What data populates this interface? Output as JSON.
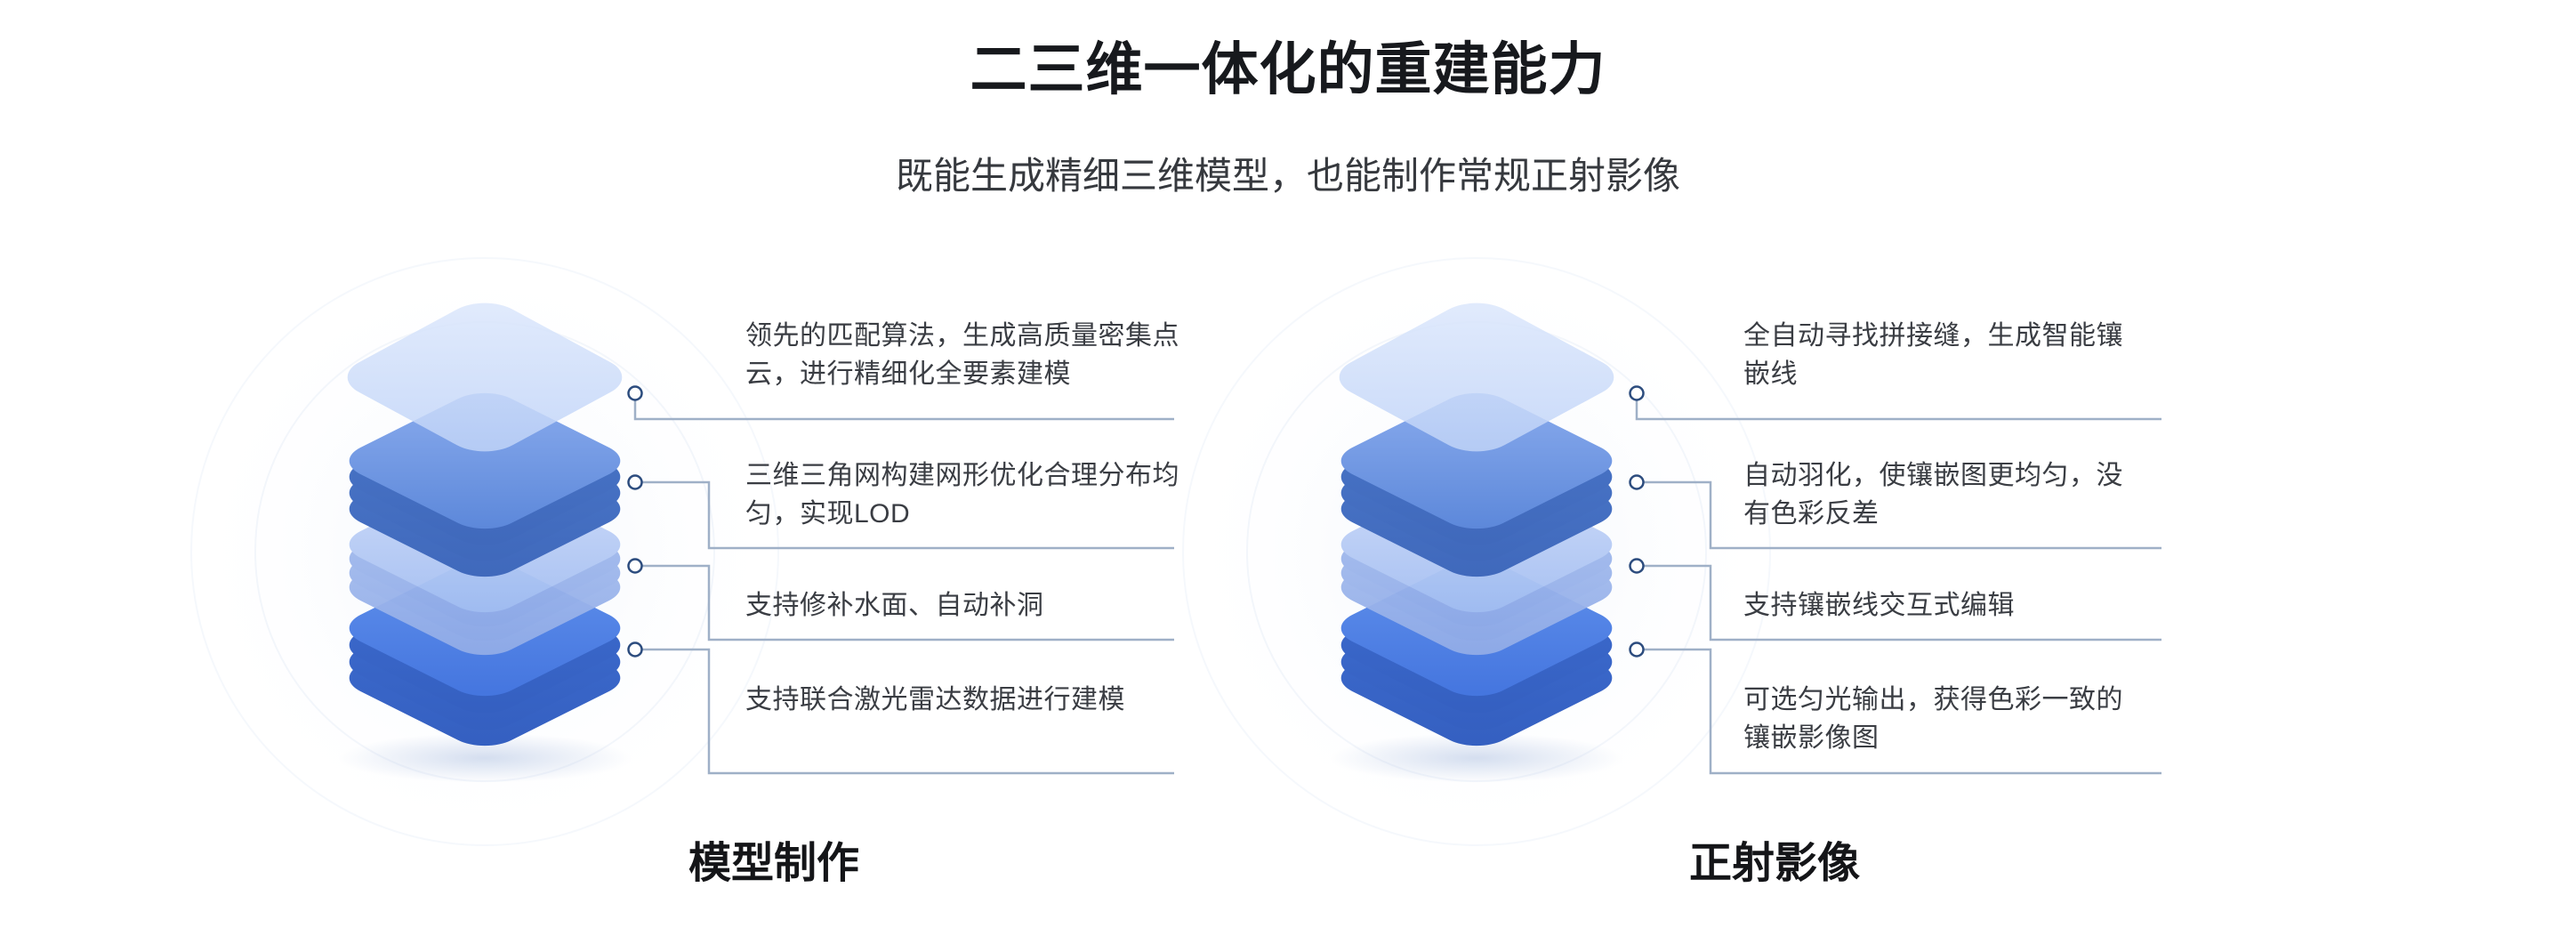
{
  "page": {
    "title": "二三维一体化的重建能力",
    "subtitle": "既能生成精细三维模型，也能制作常规正射影像"
  },
  "modules": [
    {
      "name": "模型制作",
      "callouts": [
        {
          "lines": [
            "领先的匹配算法，生成高质量密集点",
            "云，进行精细化全要素建模"
          ]
        },
        {
          "lines": [
            "三维三角网构建网形优化合理分布均",
            "匀，实现LOD"
          ]
        },
        {
          "lines": [
            "支持修补水面、自动补洞"
          ]
        },
        {
          "lines": [
            "支持联合激光雷达数据进行建模"
          ]
        }
      ]
    },
    {
      "name": "正射影像",
      "callouts": [
        {
          "lines": [
            "全自动寻找拼接缝，生成智能镶",
            "嵌线"
          ]
        },
        {
          "lines": [
            "自动羽化，使镶嵌图更均匀，没",
            "有色彩反差"
          ]
        },
        {
          "lines": [
            "支持镶嵌线交互式编辑"
          ]
        },
        {
          "lines": [
            "可选匀光输出，获得色彩一致的",
            "镶嵌影像图"
          ]
        }
      ]
    }
  ],
  "icons": {
    "left_illustration": "layer-stack-illustration",
    "right_illustration": "layer-stack-illustration",
    "node": "circle-node-icon"
  },
  "colors": {
    "accent_blue": "#4a7de1",
    "slab_light_blue": "#c8d7f8",
    "sheet_blue": "#cdddf9",
    "connector_line": "#9fb0c7",
    "node_stroke": "#2c4c7e",
    "title_text": "#17191d",
    "body_text": "#3a3d43"
  }
}
